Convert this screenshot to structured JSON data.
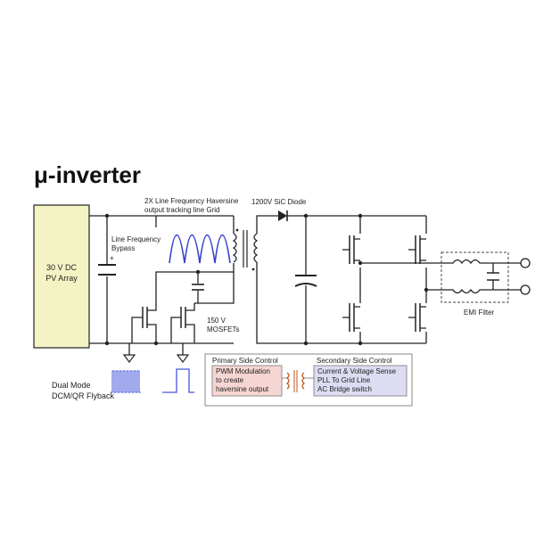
{
  "title": "μ-inverter",
  "source": {
    "line1": "30 V DC",
    "line2": "PV Array"
  },
  "labels": {
    "haversine_line1": "2X Line Frequency Haversine",
    "haversine_line2": "output tracking line Grid",
    "bypass_line1": "Line Frequency",
    "bypass_line2": "Bypass",
    "plus": "+",
    "diode": "1200V SiC Diode",
    "mosfets_line1": "150 V",
    "mosfets_line2": "MOSFETs",
    "emi": "EMI Filter",
    "mode_line1": "Dual Mode",
    "mode_line2": "DCM/QR Flyback"
  },
  "control": {
    "primary_title": "Primary Side Control",
    "primary_lines": [
      "PWM Modulation",
      "to create",
      "haversine output"
    ],
    "secondary_title": "Secondary Side Control",
    "secondary_lines": [
      "Current & Voltage Sense",
      "PLL To Grid Line",
      "AC Bridge switch"
    ]
  },
  "colors": {
    "wave": "#3344cc",
    "pv_fill": "#f3f3c4",
    "primary_fill": "#f6d6d2",
    "secondary_fill": "#dcdcf2",
    "transformer": "#c0561e",
    "pulse": "#4455dd"
  }
}
